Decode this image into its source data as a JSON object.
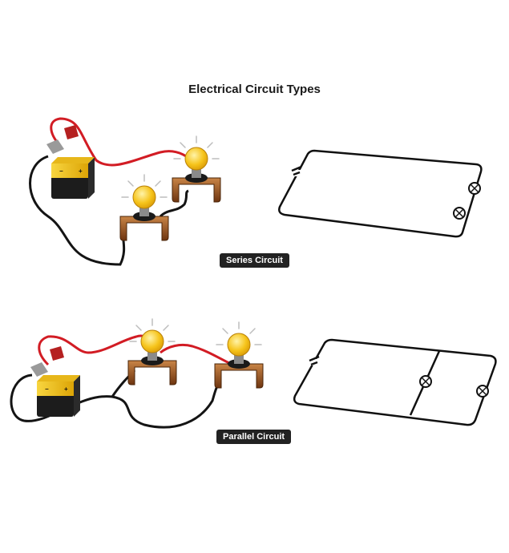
{
  "title": "Electrical Circuit Types",
  "series_label": "Series Circuit",
  "parallel_label": "Parallel Circuit",
  "colors": {
    "wire_red": "#d21c24",
    "wire_black": "#141414",
    "battery_yellow": "#f2c318",
    "bulb_yellow": "#f6c41b",
    "base_brown": "#8a4a1a",
    "label_bg": "#222222"
  }
}
